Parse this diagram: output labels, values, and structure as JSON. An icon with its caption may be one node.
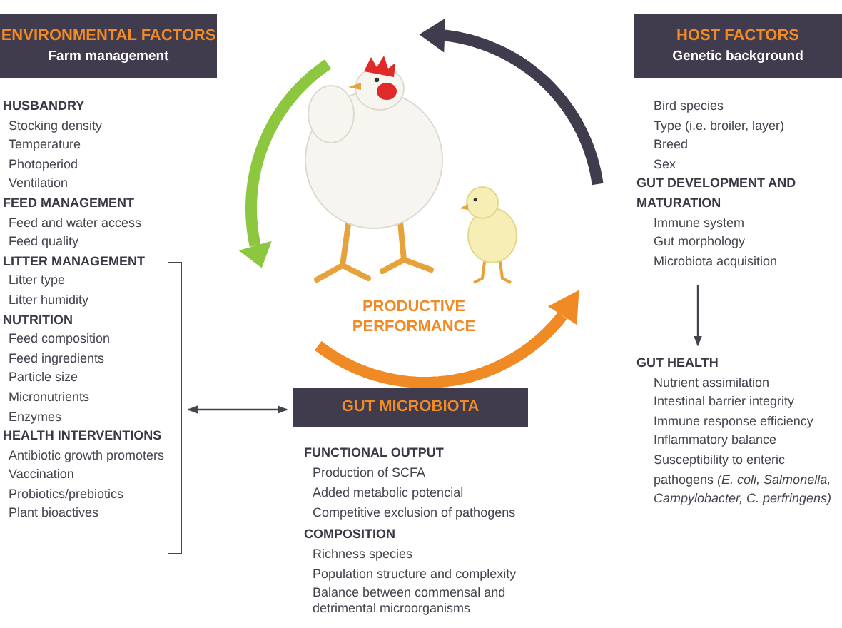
{
  "diagram": {
    "nodes": [
      {
        "text": [
          "ENVIRONMENTAL FACTORS",
          "Farm management"
        ]
      },
      {
        "text": [
          "HOST FACTORS",
          "Genetic background"
        ]
      },
      {
        "text": [
          "GUT MICROBIOTA"
        ]
      },
      {
        "text": [
          "Bird species",
          "Type (i.e. broiler, layer)",
          "Breed",
          "Sex",
          "GUT DEVELOPMENT AND MATURATION",
          "Immune system",
          "Gut morphology",
          "Microbiota acquisition"
        ]
      },
      {
        "text": [
          "GUT HEALTH",
          "Nutrient assimilation",
          "Intestinal barrier integrity",
          "Immune response efficiency",
          "Inflammatory balance",
          "Susceptibility to enteric pathogens *(E. coli, Salmonella, Campylobacter, C. perfringens)*"
        ]
      },
      {
        "text": [
          "HUSBANDRY",
          "Stocking density",
          "Temperature",
          "Photoperiod",
          "Ventilation",
          "FEED MANAGEMENT",
          "Feed and water access",
          "Feed quality",
          "LITTER MANAGEMENT",
          "Litter type",
          "Litter humidity",
          "NUTRITION",
          "Feed composition",
          "Feed ingredients",
          "Particle size",
          "Micronutrients",
          "Enzymes",
          "HEALTH INTERVENTIONS",
          "Antibiotic growth promoters",
          "Vaccination",
          "Probiotics/prebiotics",
          "Plant bioactives"
        ]
      }
    ],
    "edges": [
      {
        "from": 5,
        "to": 2,
        "arrow": "both"
      },
      {
        "from": 3,
        "to": 4,
        "arrow": "to"
      }
    ],
    "labels": [
      "PRODUCTIVE PERFORMANCE",
      "FUNCTIONAL OUTPUT",
      "Production of SCFA",
      "Added metabolic potencial",
      "Competitive exclusion of pathogens",
      "COMPOSITION",
      "Richness species",
      "Population structure and complexity",
      "Balance between commensal and detrimental microorganisms"
    ]
  }
}
